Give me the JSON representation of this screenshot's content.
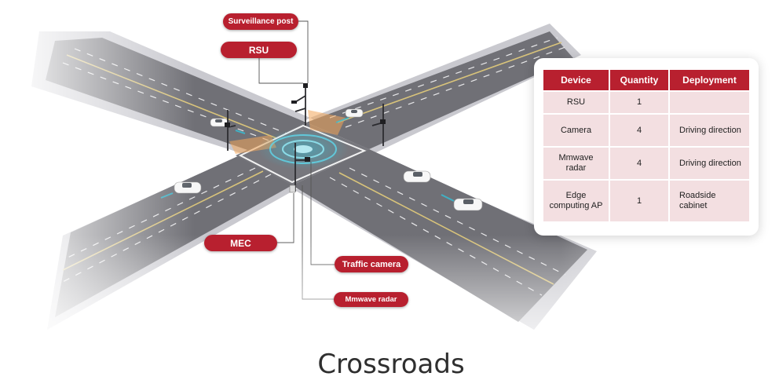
{
  "labels": {
    "surveillance_post": "Surveillance post",
    "rsu": "RSU",
    "mec": "MEC",
    "traffic_camera": "Traffic camera",
    "mmwave_radar": "Mmwave radar"
  },
  "table": {
    "headers": [
      "Device",
      "Quantity",
      "Deployment"
    ],
    "rows": [
      {
        "device": "RSU",
        "quantity": "1",
        "deployment": ""
      },
      {
        "device": "Camera",
        "quantity": "4",
        "deployment": "Driving direction"
      },
      {
        "device": "Mmwave radar",
        "quantity": "4",
        "deployment": "Driving direction"
      },
      {
        "device": "Edge computing AP",
        "quantity": "1",
        "deployment": "Roadside cabinet"
      }
    ]
  },
  "caption": "Crossroads",
  "colors": {
    "accent": "#b8202f",
    "cell_bg": "#f3dfe1",
    "road": "#6f6f74",
    "lane_line": "#d8c37a",
    "sensor_cyan": "#35c0d8",
    "coverage_orange": "#f2a65a"
  },
  "icons": [
    "car-icon",
    "pole-icon",
    "radar-coverage-icon"
  ]
}
